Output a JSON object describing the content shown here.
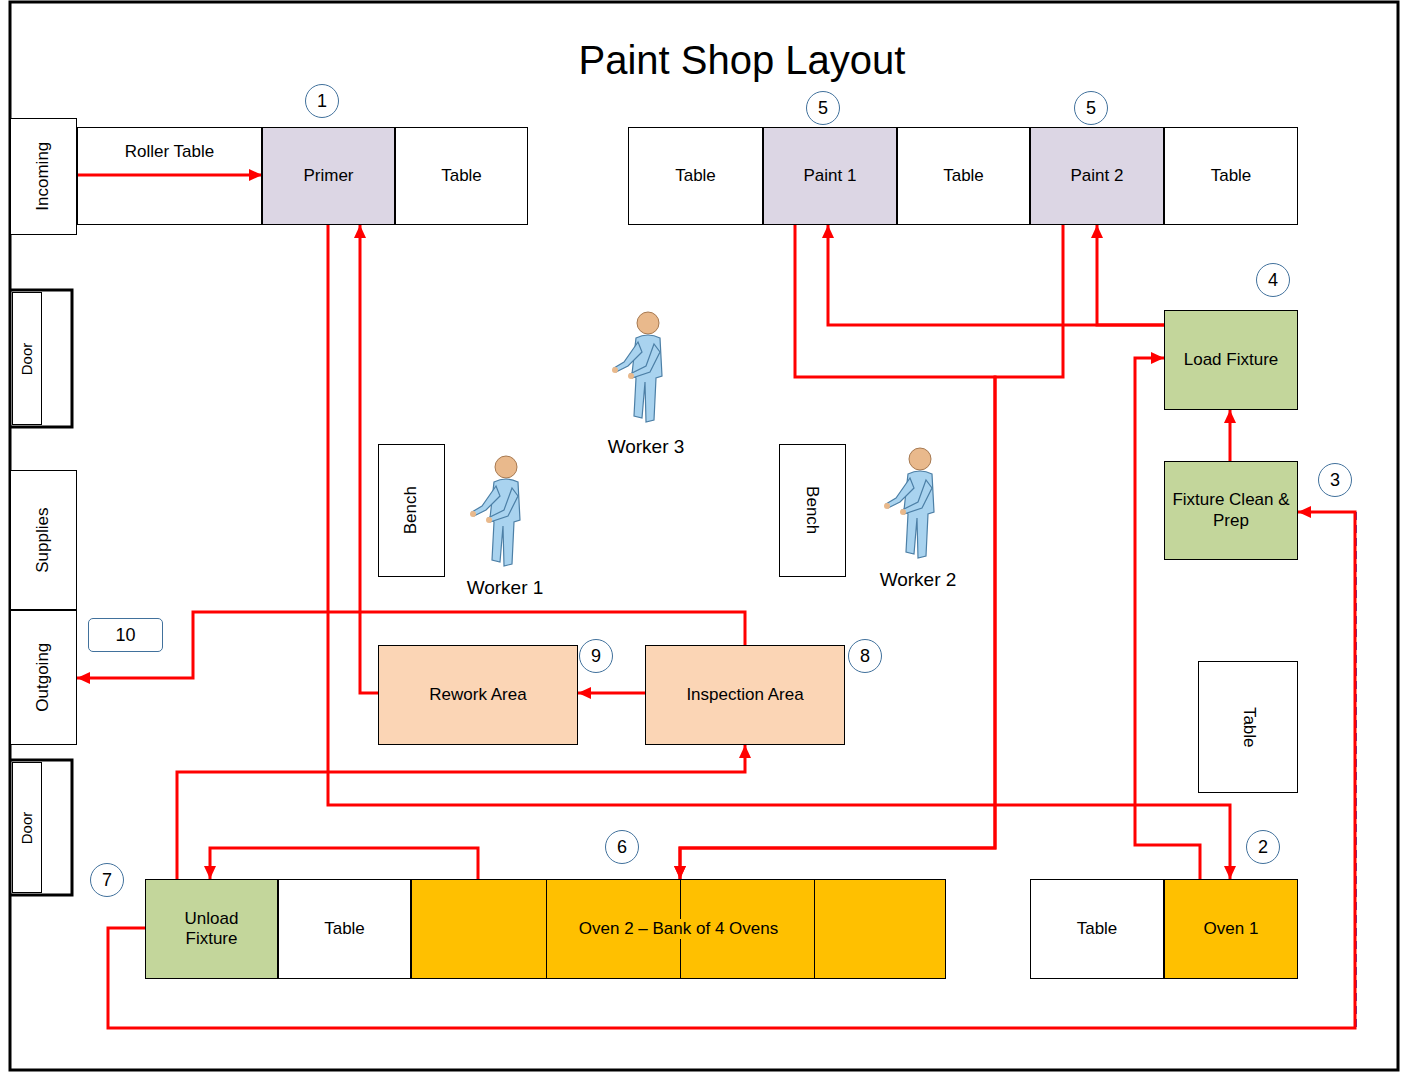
{
  "diagram": {
    "title": "Paint Shop Layout",
    "nodes": [
      {
        "text": [
          "Incoming"
        ]
      },
      {
        "text": [
          "Door"
        ]
      },
      {
        "text": [
          "Supplies"
        ]
      },
      {
        "text": [
          "Outgoing"
        ]
      },
      {
        "text": [
          "Door"
        ]
      },
      {
        "text": [
          "Roller Table"
        ]
      },
      {
        "text": [
          "Primer"
        ]
      },
      {
        "text": [
          "Table"
        ]
      },
      {
        "text": [
          "Table"
        ]
      },
      {
        "text": [
          "Paint 1"
        ]
      },
      {
        "text": [
          "Table"
        ]
      },
      {
        "text": [
          "Paint 2"
        ]
      },
      {
        "text": [
          "Table"
        ]
      },
      {
        "text": [
          "Load Fixture"
        ]
      },
      {
        "text": [
          "Bench"
        ]
      },
      {
        "text": [
          "Fixture Clean & Prep"
        ]
      },
      {
        "text": [
          "Bench"
        ]
      },
      {
        "text": [
          "Rework Area"
        ]
      },
      {
        "text": [
          "Inspection Area"
        ]
      },
      {
        "text": [
          "Table"
        ]
      },
      {
        "text": [
          "Unload Fixture"
        ]
      },
      {
        "text": [
          "Table"
        ]
      },
      {
        "text": [
          "Oven 2 – Bank of 4 Ovens"
        ]
      },
      {
        "text": [
          "Table"
        ]
      },
      {
        "text": [
          "Oven 1"
        ]
      }
    ],
    "edges": [
      {
        "from": 0,
        "to": 6,
        "arrow": "to"
      },
      {
        "from": 6,
        "to": 24,
        "arrow": "to"
      },
      {
        "from": 24,
        "to": 13,
        "arrow": "to"
      },
      {
        "from": 15,
        "to": 13,
        "arrow": "to"
      },
      {
        "from": 13,
        "to": 9,
        "arrow": "to"
      },
      {
        "from": 13,
        "to": 11,
        "arrow": "to"
      },
      {
        "from": 9,
        "to": 22,
        "arrow": "to"
      },
      {
        "from": 11,
        "to": 22,
        "arrow": "to"
      },
      {
        "from": 22,
        "to": 20,
        "arrow": "to"
      },
      {
        "from": 20,
        "to": 18,
        "arrow": "to"
      },
      {
        "from": 20,
        "to": 15,
        "arrow": "to"
      },
      {
        "from": 18,
        "to": 17,
        "arrow": "to"
      },
      {
        "from": 17,
        "to": 6,
        "arrow": "to"
      },
      {
        "from": 18,
        "to": 3,
        "arrow": "to"
      }
    ],
    "labels": [
      "1",
      "5",
      "5",
      "4",
      "3",
      "2",
      "6",
      "7",
      "8",
      "9",
      "10",
      "Worker 3",
      "Worker 1",
      "Worker 2"
    ]
  }
}
